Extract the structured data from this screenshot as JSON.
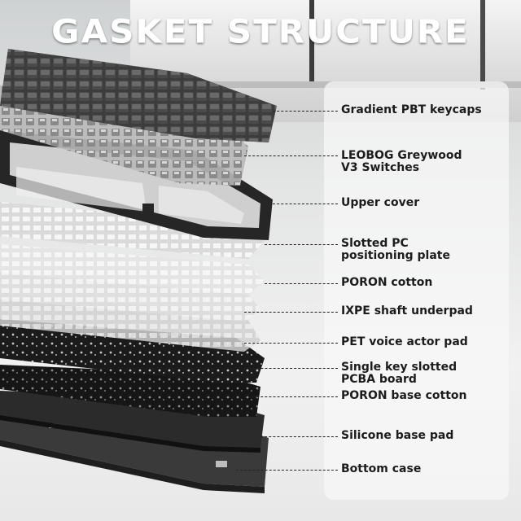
{
  "title": "GASKET STRUCTURE",
  "layers": [
    {
      "lines": [
        "Gradient PBT keycaps"
      ]
    },
    {
      "lines": [
        "LEOBOG Greywood",
        "V3 Switches"
      ]
    },
    {
      "lines": [
        "Upper cover"
      ]
    },
    {
      "lines": [
        "Slotted PC",
        "positioning plate"
      ]
    },
    {
      "lines": [
        "PORON cotton"
      ]
    },
    {
      "lines": [
        "IXPE shaft underpad"
      ]
    },
    {
      "lines": [
        "PET voice actor pad"
      ]
    },
    {
      "lines": [
        "Single key slotted",
        "PCBA board"
      ]
    },
    {
      "lines": [
        "PORON base cotton"
      ]
    },
    {
      "lines": [
        "Silicone base pad"
      ]
    },
    {
      "lines": [
        "Bottom case"
      ]
    }
  ]
}
